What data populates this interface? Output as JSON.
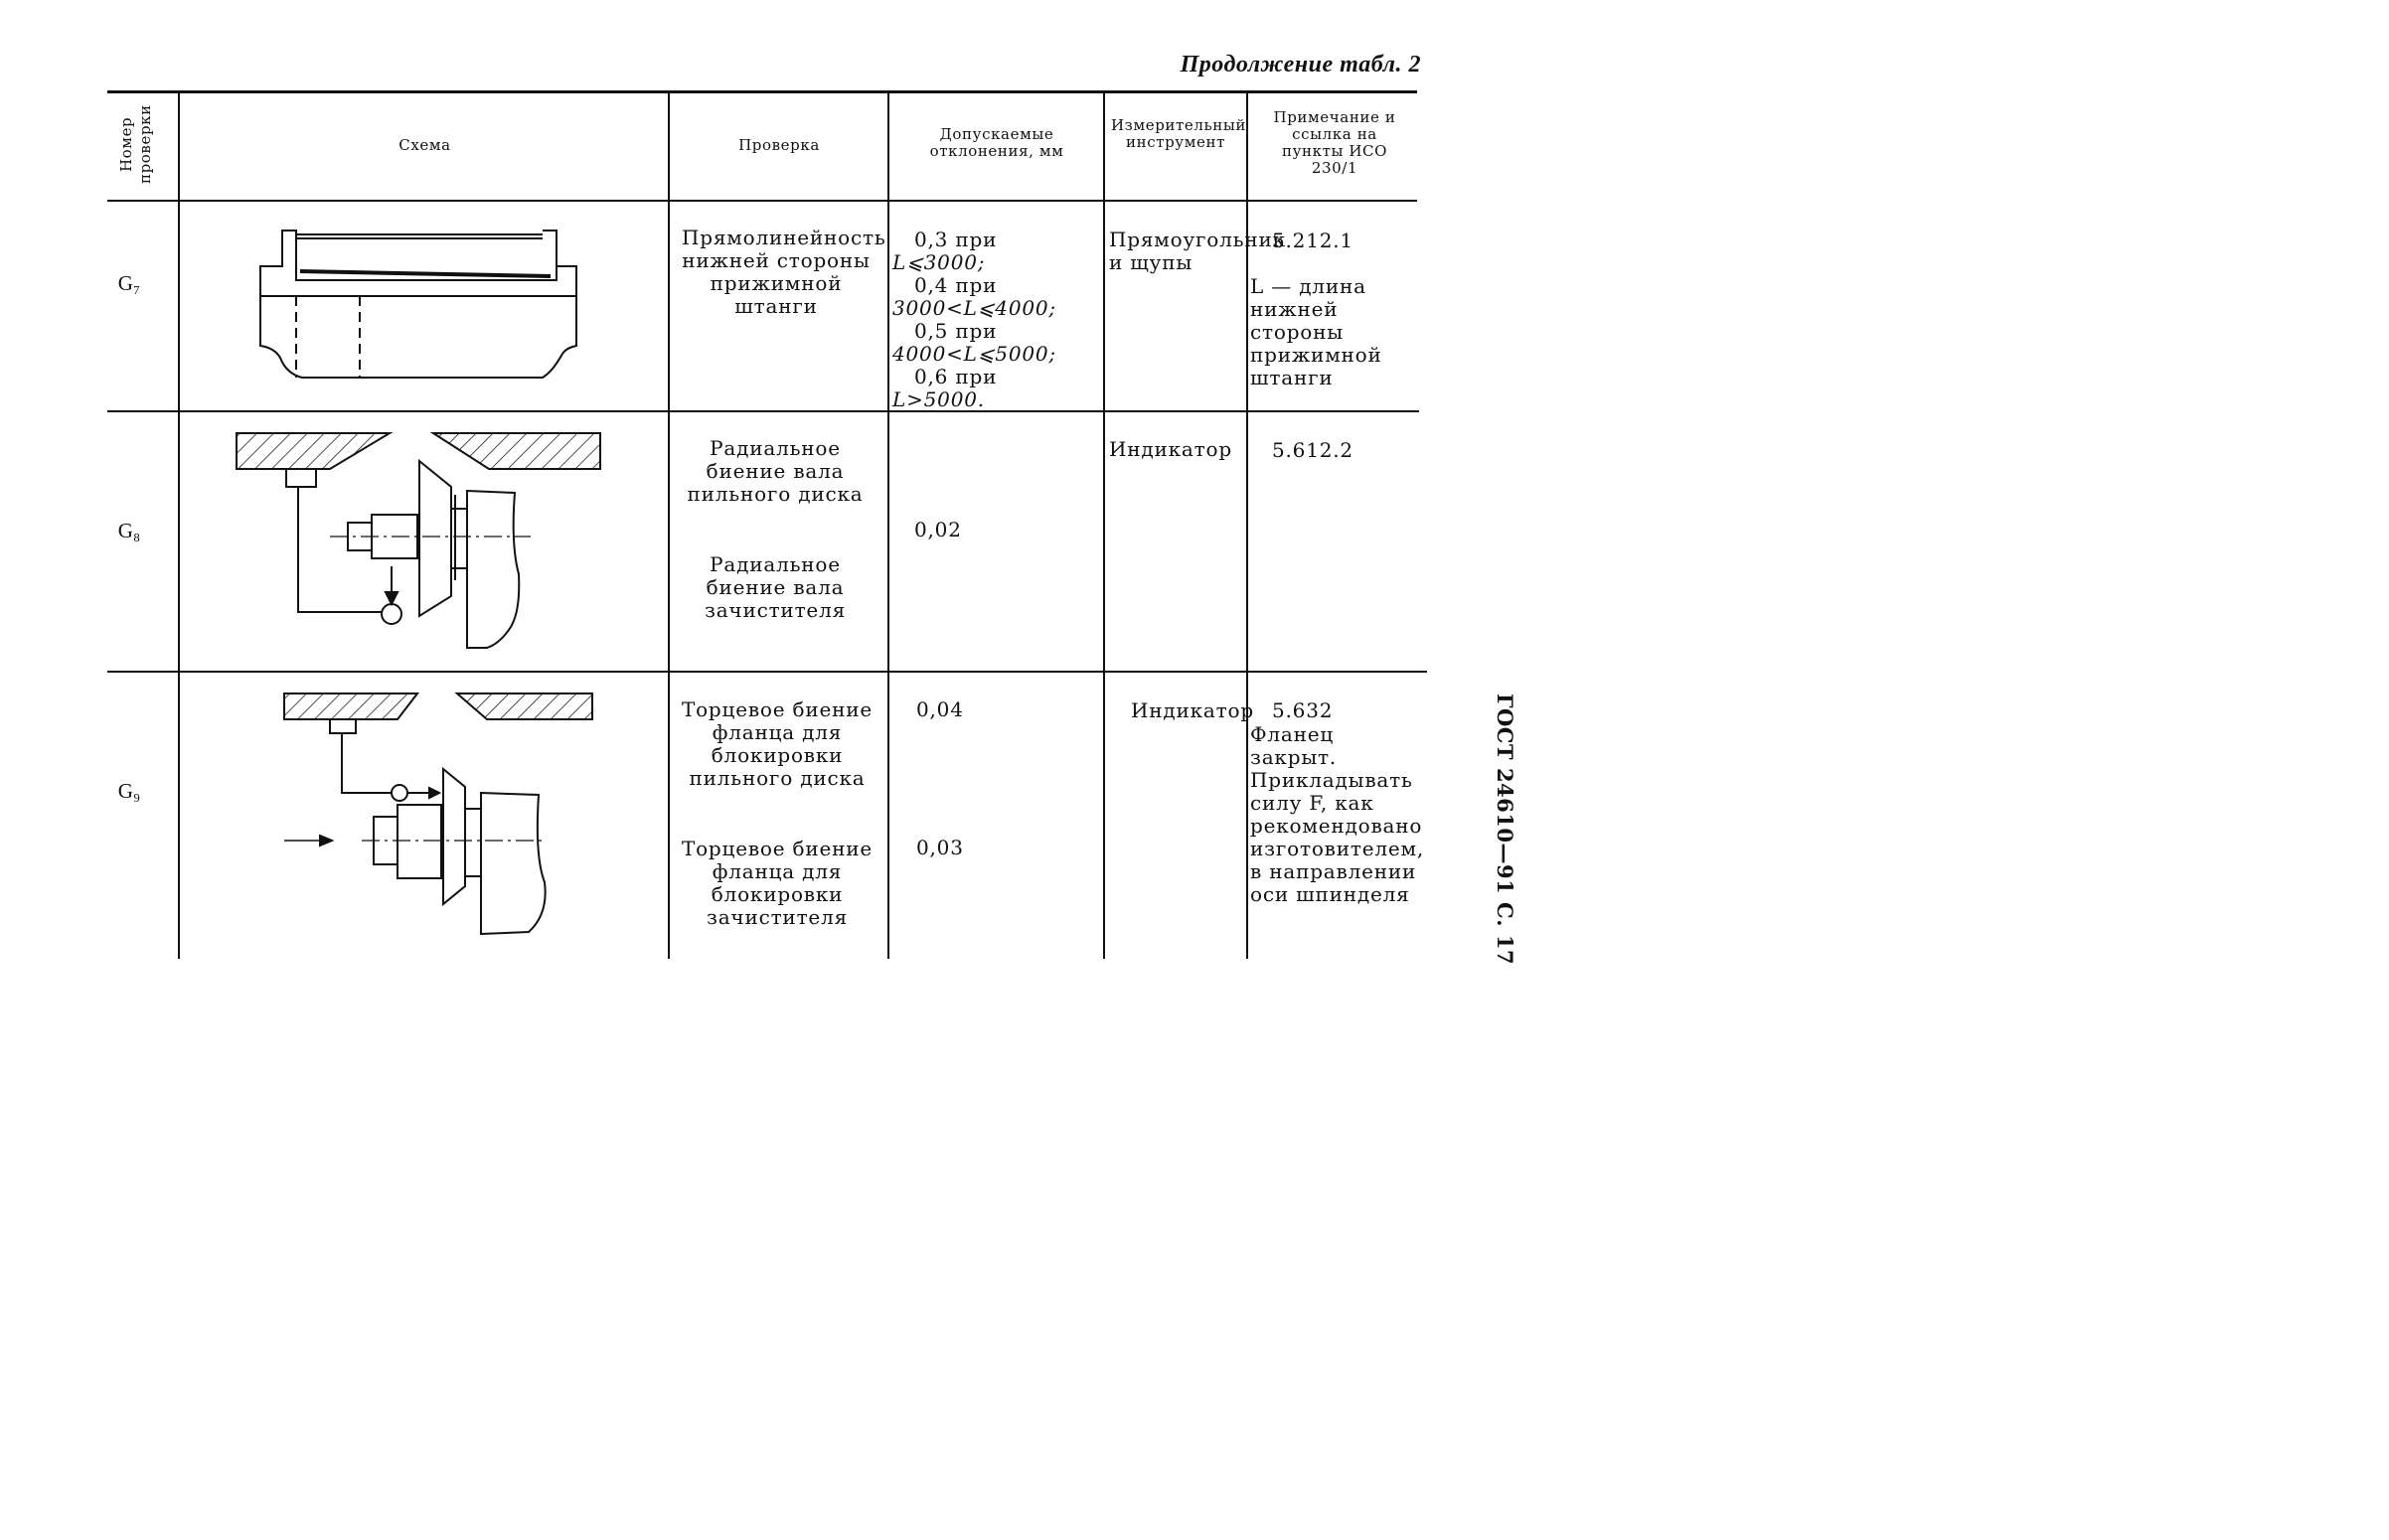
{
  "continuation": "Продолжение табл. 2",
  "page_id": "ГОСТ 24610—91 С. 17",
  "headers": {
    "number": "Номер проверки",
    "scheme": "Схема",
    "check": "Проверка",
    "tolerance": "Допускаемые отклонения, мм",
    "instrument": "Измерительный инструмент",
    "note": "Примечание и ссылка на пункты ИСО 230/1"
  },
  "rows": [
    {
      "id": "G₇",
      "check": "Прямолинейность нижней стороны прижимной штанги",
      "tolerance": [
        {
          "value": "0,3 при",
          "cond": "L⩽3000;"
        },
        {
          "value": "0,4 при",
          "cond": "3000<L⩽4000;"
        },
        {
          "value": "0,5 при",
          "cond": "4000<L⩽5000;"
        },
        {
          "value": "0,6 при",
          "cond": "L>5000."
        }
      ],
      "instrument": "Прямоугольник и щупы",
      "note_ref": "5.212.1",
      "note_text": "L — длина нижней стороны прижимной штанги"
    },
    {
      "id": "G₈",
      "checks": [
        "Радиальное биение вала пильного диска",
        "Радиальное биение вала зачистителя"
      ],
      "tolerance": "0,02",
      "instrument": "Индикатор",
      "note_ref": "5.612.2"
    },
    {
      "id": "G₉",
      "checks": [
        "Торцевое биение фланца для блокировки пильного диска",
        "Торцевое биение фланца для блокировки зачистителя"
      ],
      "tolerances": [
        "0,04",
        "0,03"
      ],
      "instrument": "Индикатор",
      "note_ref": "5.632",
      "note_text": "Фланец закрыт. Прикладывать силу F, как рекомендовано изготовителем, в направлении оси шпинделя"
    }
  ]
}
